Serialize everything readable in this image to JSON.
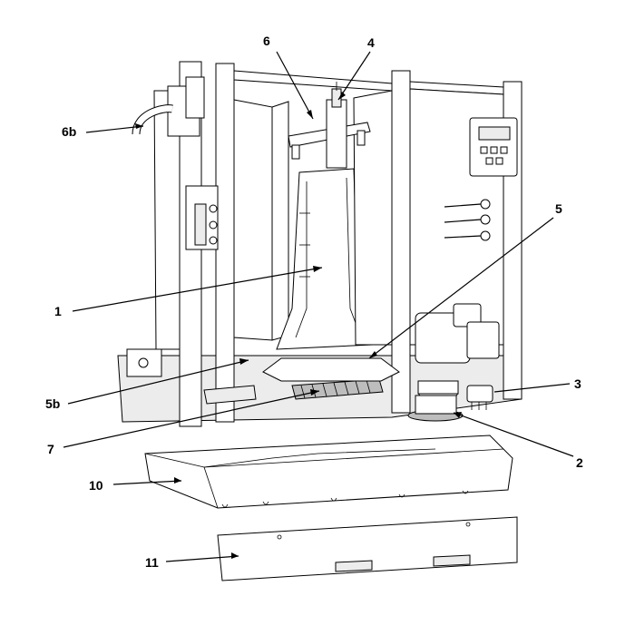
{
  "figure": {
    "callouts": [
      {
        "id": "c1",
        "label": "1"
      },
      {
        "id": "c2",
        "label": "2"
      },
      {
        "id": "c3",
        "label": "3"
      },
      {
        "id": "c4",
        "label": "4"
      },
      {
        "id": "c5",
        "label": "5"
      },
      {
        "id": "c5b",
        "label": "5b"
      },
      {
        "id": "c6",
        "label": "6"
      },
      {
        "id": "c6b",
        "label": "6b"
      },
      {
        "id": "c7",
        "label": "7"
      },
      {
        "id": "c10",
        "label": "10"
      },
      {
        "id": "c11",
        "label": "11"
      }
    ]
  }
}
